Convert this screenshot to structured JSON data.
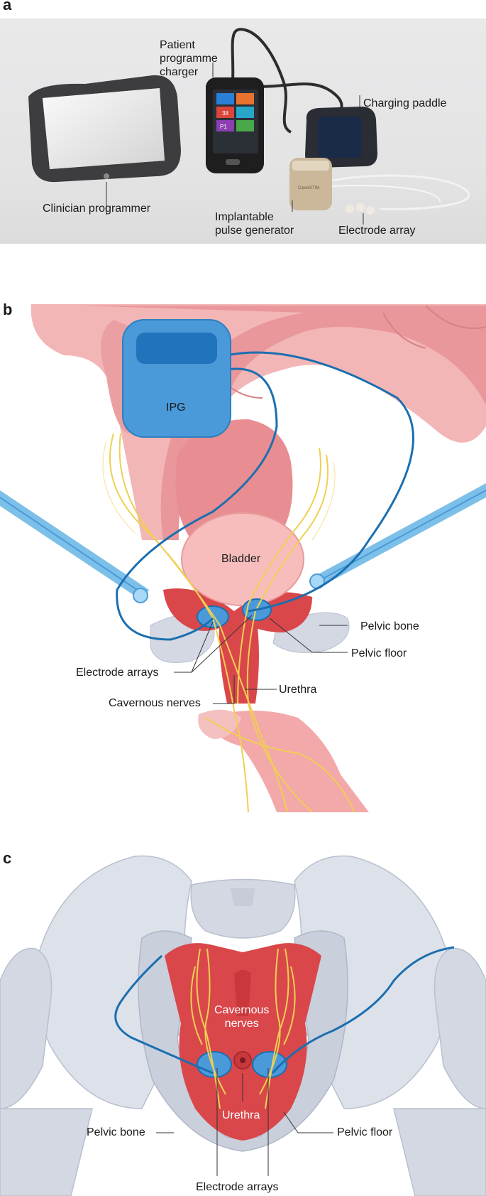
{
  "panels": {
    "a": {
      "letter": "a",
      "labels": {
        "patient_charger": [
          "Patient",
          "programme",
          "charger"
        ],
        "charging_paddle": "Charging paddle",
        "clinician_programmer": "Clinician programmer",
        "ipg": [
          "Implantable",
          "pulse generator"
        ],
        "electrode_array": "Electrode array"
      },
      "device_screen_tiles": [
        "38",
        "P1"
      ],
      "ipg_engraving": "CaverSTIM"
    },
    "b": {
      "letter": "b",
      "labels": {
        "ipg": "IPG",
        "bladder": "Bladder",
        "pelvic_bone": "Pelvic bone",
        "pelvic_floor": "Pelvic floor",
        "electrode_arrays": "Electrode arrays",
        "urethra": "Urethra",
        "cavernous_nerves": "Cavernous nerves"
      }
    },
    "c": {
      "letter": "c",
      "labels": {
        "cavernous_nerves": [
          "Cavernous",
          "nerves"
        ],
        "urethra": "Urethra",
        "pelvic_bone": "Pelvic bone",
        "pelvic_floor": "Pelvic floor",
        "electrode_arrays": "Electrode arrays"
      }
    }
  },
  "colors": {
    "tissue_pink": "#e88e92",
    "tissue_light": "#f6c0bf",
    "muscle_red": "#d9474b",
    "ipg_blue": "#4a9ad9",
    "lead_blue": "#1b6fb0",
    "nerve_yellow": "#f0cf52",
    "bone_grey": "#d3d8e3"
  }
}
